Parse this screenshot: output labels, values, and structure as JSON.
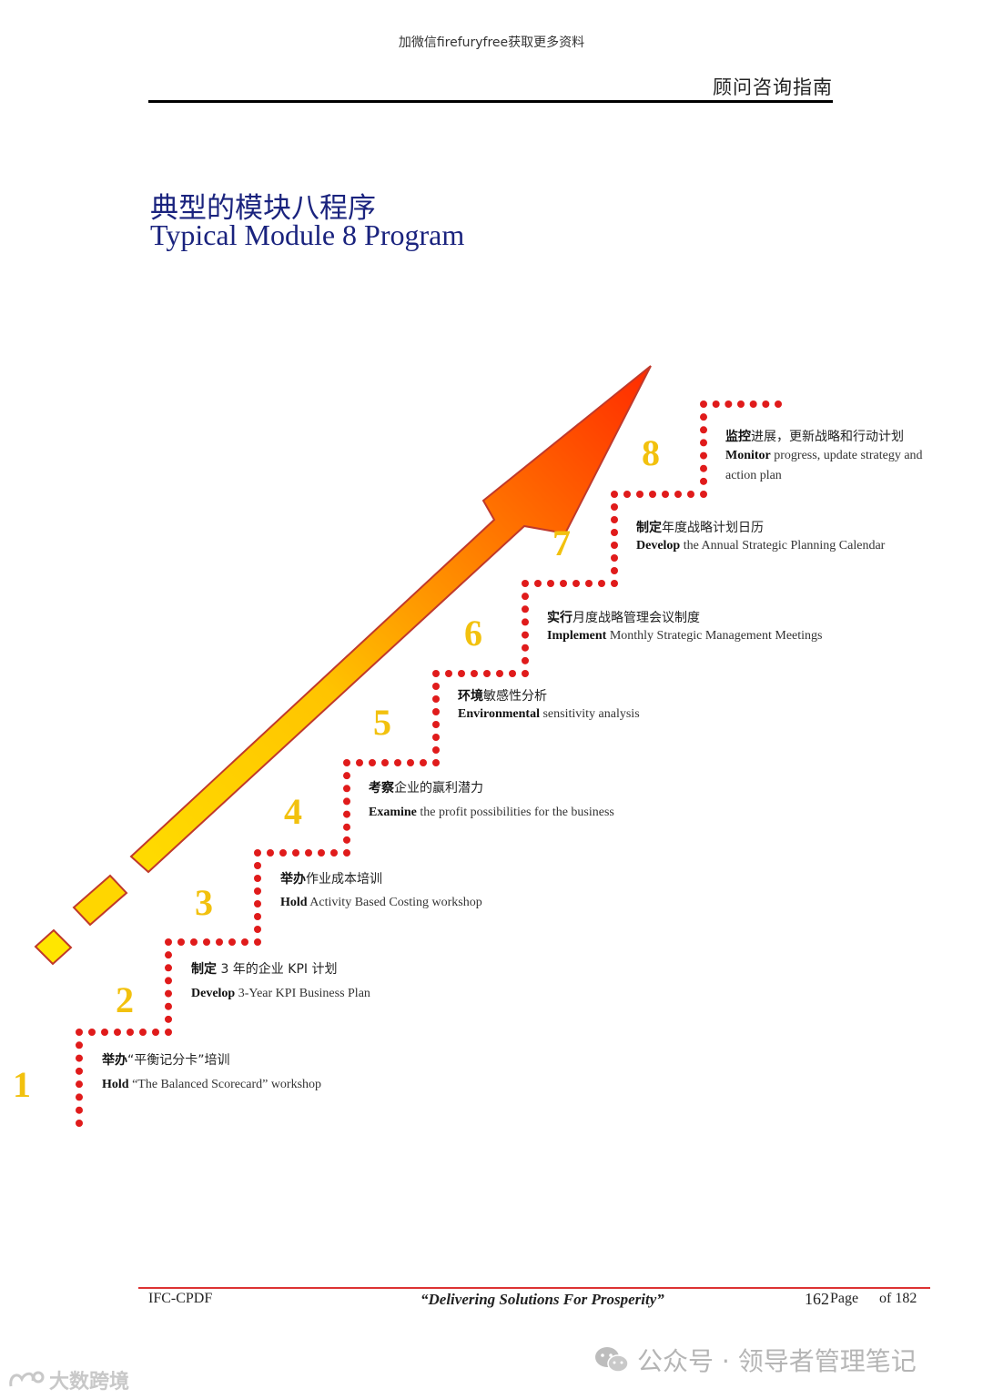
{
  "header": {
    "top_note": "加微信firefuryfree获取更多资料",
    "section_title": "顾问咨询指南"
  },
  "title": {
    "cn": "典型的模块八程序",
    "en": "Typical Module 8 Program"
  },
  "steps": [
    {
      "num": "1",
      "cn_bold": "举办",
      "cn_rest": "“平衡记分卡”培训",
      "en_bold": "Hold",
      "en_rest": " “The Balanced Scorecard” workshop"
    },
    {
      "num": "2",
      "cn_bold": "制定",
      "cn_rest": " 3 年的企业 KPI 计划",
      "en_bold": "Develop",
      "en_rest": " 3-Year KPI Business Plan"
    },
    {
      "num": "3",
      "cn_bold": "举办",
      "cn_rest": "作业成本培训",
      "en_bold": "Hold",
      "en_rest": " Activity Based Costing workshop"
    },
    {
      "num": "4",
      "cn_bold": "考察",
      "cn_rest": "企业的赢利潜力",
      "en_bold": "Examine",
      "en_rest": " the profit possibilities for the business"
    },
    {
      "num": "5",
      "cn_bold": "环境",
      "cn_rest": "敏感性分析",
      "en_bold": "Environmental",
      "en_rest": " sensitivity analysis"
    },
    {
      "num": "6",
      "cn_bold": "实行",
      "cn_rest": "月度战略管理会议制度",
      "en_bold": "Implement",
      "en_rest": " Monthly Strategic Management Meetings"
    },
    {
      "num": "7",
      "cn_bold": "制定",
      "cn_rest": "年度战略计划日历",
      "en_bold": "Develop",
      "en_rest": " the Annual Strategic Planning Calendar"
    },
    {
      "num": "8",
      "cn_bold": "监控",
      "cn_rest": "进展，更新战略和行动计划",
      "en_bold": "Monitor",
      "en_rest": " progress,   update strategy and action plan"
    }
  ],
  "footer": {
    "left": "IFC-CPDF",
    "slogan": "“Delivering Solutions For Prosperity”",
    "page_num": "162",
    "page_word": "Page",
    "of_total": "of 182"
  },
  "watermarks": {
    "right": "公众号 · 领导者管理笔记",
    "left": "大数跨境"
  },
  "colors": {
    "title": "#1a237e",
    "dots": "#e01b1b",
    "numbers": "#f2c10e",
    "arrow_tip": "#ff2a00",
    "arrow_base": "#ffe600"
  }
}
